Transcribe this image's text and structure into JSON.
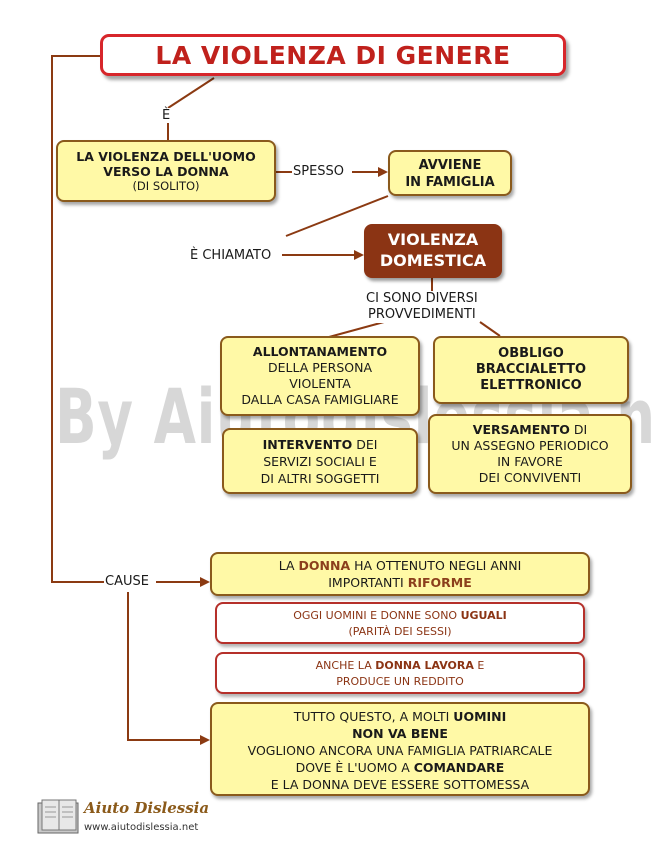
{
  "title": "LA VIOLENZA DI GENERE",
  "labels": {
    "e": "È",
    "spesso": "SPESSO",
    "e_chiamato": "È CHIAMATO",
    "ci_sono_1": "CI SONO DIVERSI",
    "ci_sono_2": "PROVVEDIMENTI",
    "cause": "CAUSE"
  },
  "nodes": {
    "violenza_uomo": {
      "l1": "LA VIOLENZA DELL'UOMO",
      "l2": "VERSO LA DONNA",
      "l3": "(DI SOLITO)"
    },
    "avviene": {
      "l1": "AVVIENE",
      "l2": "IN FAMIGLIA"
    },
    "domestica": {
      "l1": "VIOLENZA",
      "l2": "DOMESTICA"
    },
    "allontanamento": {
      "b": "ALLONTANAMENTO",
      "l2": "DELLA PERSONA",
      "l3": "VIOLENTA",
      "l4": "DALLA CASA FAMIGLIARE"
    },
    "braccialetto": {
      "l1": "OBBLIGO",
      "l2": "BRACCIALETTO",
      "l3": "ELETTRONICO"
    },
    "intervento": {
      "b": "INTERVENTO",
      "t": " DEI",
      "l2": "SERVIZI SOCIALI E",
      "l3": "DI ALTRI SOGGETTI"
    },
    "versamento": {
      "b": "VERSAMENTO",
      "t": " DI",
      "l2": "UN ASSEGNO PERIODICO",
      "l3": "IN FAVORE",
      "l4": "DEI CONVIVENTI"
    },
    "cause1": {
      "a": "LA ",
      "b": "DONNA",
      "c": " HA OTTENUTO NEGLI ANNI",
      "d": "IMPORTANTI ",
      "e": "RIFORME"
    },
    "cause2": {
      "a": "OGGI UOMINI E DONNE SONO ",
      "b": "UGUALI",
      "c": "(PARITÀ DEI SESSI)"
    },
    "cause3": {
      "a": "ANCHE LA ",
      "b": "DONNA LAVORA",
      "c": " E",
      "d": "PRODUCE UN REDDITO"
    },
    "cause4": {
      "a": "TUTTO QUESTO, A MOLTI ",
      "b": "UOMINI",
      "c": "NON VA BENE",
      "d": "VOGLIONO ANCORA UNA FAMIGLIA PATRIARCALE",
      "e": "DOVE È L'UOMO A ",
      "f": "COMANDARE",
      "g": "E LA DONNA DEVE ESSERE SOTTOMESSA"
    }
  },
  "watermark": "By Aiutodislessia.net",
  "footer": {
    "name": "Aiuto Dislessia",
    "url": "www.aiutodislessia.net"
  },
  "colors": {
    "arrow": "#8b3a12",
    "title_red": "#d7262b",
    "box_fill": "#fff9a6",
    "domestica_fill": "#8b3414"
  }
}
